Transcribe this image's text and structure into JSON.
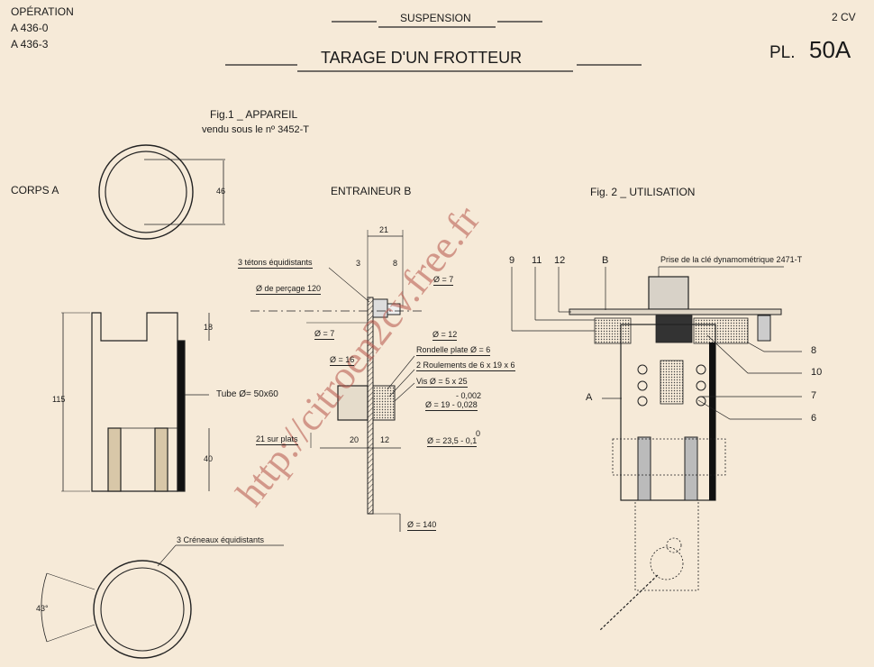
{
  "header": {
    "operation_label": "OPÉRATION",
    "operation_codes": [
      "A 436-0",
      "A 436-3"
    ],
    "section": "SUSPENSION",
    "title": "TARAGE D'UN FROTTEUR",
    "model": "2 CV",
    "plate_prefix": "PL.",
    "plate_number": "50A"
  },
  "fig1": {
    "title": "Fig.1 _ APPAREIL",
    "subtitle": "vendu sous le nº 3452-T",
    "corps_label": "CORPS A",
    "dim_46": "46",
    "dim_115": "115",
    "dim_18": "18",
    "dim_40": "40",
    "tube_label": "Tube Ø= 50x60",
    "creneaux_label": "3 Créneaux équidistants",
    "angle_label": "43°"
  },
  "entraineur": {
    "title": "ENTRAINEUR B",
    "dim_21": "21",
    "dim_3": "3",
    "dim_8": "8",
    "tetons_label": "3 tétons équidistants",
    "percage_label": "Ø de perçage 120",
    "d7_top": "Ø = 7",
    "d7_left": "Ø = 7",
    "d12": "Ø = 12",
    "rondelle": "Rondelle plate Ø = 6",
    "roulements": "2 Roulements de 6 x 19 x 6",
    "vis": "Vis Ø = 5 x 25",
    "d16": "Ø = 16",
    "d19_tol_upper": "- 0,002",
    "d19": "Ø = 19 - 0,028",
    "sur_plats": "21 sur plats",
    "dim_20": "20",
    "dim_12": "12",
    "d23_tol_upper": "0",
    "d23": "Ø = 23,5 - 0,1",
    "d140": "Ø = 140"
  },
  "fig2": {
    "title": "Fig. 2 _ UTILISATION",
    "callouts_top": [
      "9",
      "11",
      "12",
      "B"
    ],
    "cle_label": "Prise de la clé dynamométrique 2471-T",
    "callouts_right": [
      "8",
      "10",
      "7",
      "6"
    ],
    "label_a": "A"
  },
  "watermark": "http://citroen2cv.free.fr",
  "colors": {
    "paper": "#f6ead8",
    "ink": "#1a1a1a",
    "watermark": "#b5554a"
  }
}
